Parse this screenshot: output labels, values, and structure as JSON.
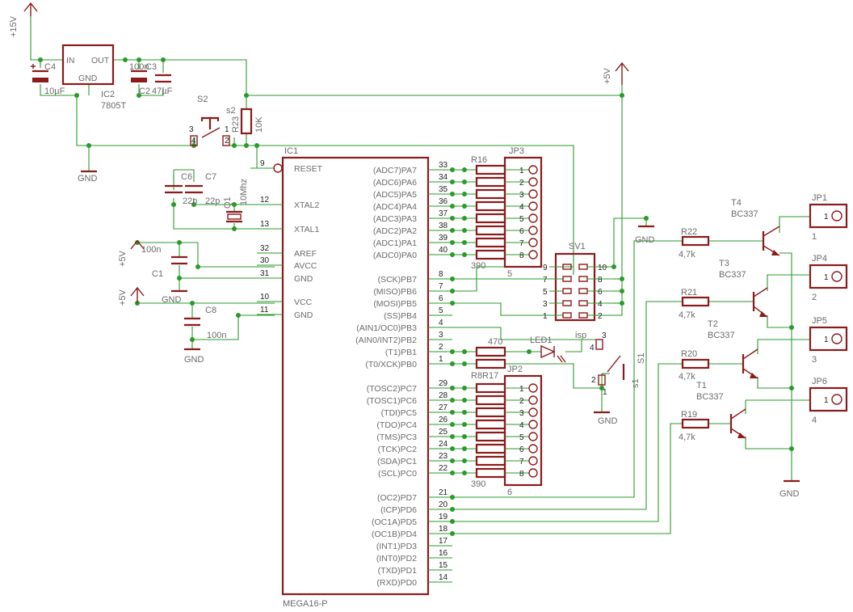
{
  "ic1": {
    "name": "IC1",
    "value": "MEGA16-P",
    "reset": "RESET",
    "left_pins": [
      {
        "num": "9",
        "name": "RESET"
      },
      {
        "num": "12",
        "name": "XTAL2"
      },
      {
        "num": "13",
        "name": "XTAL1"
      },
      {
        "num": "32",
        "name": "AREF"
      },
      {
        "num": "30",
        "name": "AVCC"
      },
      {
        "num": "31",
        "name": "GND"
      },
      {
        "num": "10",
        "name": "VCC"
      },
      {
        "num": "11",
        "name": "GND"
      }
    ],
    "right_pins": [
      {
        "num": "33",
        "name": "(ADC7)PA7"
      },
      {
        "num": "34",
        "name": "(ADC6)PA6"
      },
      {
        "num": "35",
        "name": "(ADC5)PA5"
      },
      {
        "num": "36",
        "name": "(ADC4)PA4"
      },
      {
        "num": "37",
        "name": "(ADC3)PA3"
      },
      {
        "num": "38",
        "name": "(ADC2)PA2"
      },
      {
        "num": "39",
        "name": "(ADC1)PA1"
      },
      {
        "num": "40",
        "name": "(ADC0)PA0"
      },
      {
        "num": "8",
        "name": "(SCK)PB7"
      },
      {
        "num": "7",
        "name": "(MISO)PB6"
      },
      {
        "num": "6",
        "name": "(MOSI)PB5"
      },
      {
        "num": "5",
        "name": "(SS)PB4"
      },
      {
        "num": "4",
        "name": "(AIN1/OC0)PB3"
      },
      {
        "num": "3",
        "name": "(AIN0/INT2)PB2"
      },
      {
        "num": "2",
        "name": "(T1)PB1"
      },
      {
        "num": "1",
        "name": "(T0/XCK)PB0"
      },
      {
        "num": "29",
        "name": "(TOSC2)PC7"
      },
      {
        "num": "28",
        "name": "(TOSC1)PC6"
      },
      {
        "num": "27",
        "name": "(TDI)PC5"
      },
      {
        "num": "26",
        "name": "(TDO)PC4"
      },
      {
        "num": "25",
        "name": "(TMS)PC3"
      },
      {
        "num": "24",
        "name": "(TCK)PC2"
      },
      {
        "num": "23",
        "name": "(SDA)PC1"
      },
      {
        "num": "22",
        "name": "(SCL)PC0"
      },
      {
        "num": "21",
        "name": "(OC2)PD7"
      },
      {
        "num": "20",
        "name": "(ICP)PD6"
      },
      {
        "num": "19",
        "name": "(OC1A)PD5"
      },
      {
        "num": "18",
        "name": "(OC1B)PD4"
      },
      {
        "num": "17",
        "name": "(INT1)PD3"
      },
      {
        "num": "16",
        "name": "(INT0)PD2"
      },
      {
        "num": "15",
        "name": "(TXD)PD1"
      },
      {
        "num": "14",
        "name": "(RXD)PD0"
      }
    ]
  },
  "power": {
    "v15": "+15V",
    "v5": "+5V",
    "gnd": "GND"
  },
  "regulator": {
    "name": "IC2",
    "value": "7805T",
    "in": "IN",
    "out": "OUT",
    "gnd": "GND"
  },
  "caps": {
    "c4": {
      "name": "C4",
      "value": "10µF"
    },
    "c2": {
      "name": "100n",
      "value": "C2"
    },
    "c3": {
      "name": "C3",
      "value": "47µF"
    },
    "c6": {
      "name": "C6",
      "value": "22p"
    },
    "c7": {
      "name": "C7",
      "value": "22p"
    },
    "c1": {
      "name": "C1",
      "value": "100n"
    },
    "c8": {
      "name": "C8",
      "value": "100n"
    }
  },
  "crystal": {
    "name": "Q1",
    "value": "10Mhz"
  },
  "s2": {
    "name": "S2",
    "alt": "s2",
    "p1": "1",
    "p2": "2",
    "p3": "3",
    "p4": "4"
  },
  "r23": {
    "name": "R23",
    "value": "10K"
  },
  "resistor_values": {
    "v390": "390",
    "v470": "470",
    "v47k": "4,7k"
  },
  "jp3": {
    "name": "JP3",
    "value": "5",
    "pins": [
      "1",
      "2",
      "3",
      "4",
      "5",
      "6",
      "7",
      "8"
    ]
  },
  "jp2": {
    "name": "JP2",
    "value": "6",
    "pins": [
      "1",
      "2",
      "3",
      "4",
      "5",
      "6",
      "7",
      "8"
    ]
  },
  "r16": "R16",
  "r8r17": "R8R17",
  "sv1": {
    "name": "SV1",
    "value": "isp",
    "odd": [
      "9",
      "7",
      "5",
      "3",
      "1"
    ],
    "even": [
      "10",
      "8",
      "6",
      "4",
      "2"
    ]
  },
  "led1": "LED1",
  "s1": {
    "name": "S1",
    "alt": "s1",
    "p1": "1",
    "p2": "2",
    "p3": "3",
    "p4": "4"
  },
  "transistors": [
    {
      "name": "T4",
      "value": "BC337",
      "r": "R22",
      "jp": "JP1",
      "jpval": "1"
    },
    {
      "name": "T3",
      "value": "BC337",
      "r": "R21",
      "jp": "JP4",
      "jpval": "2"
    },
    {
      "name": "T2",
      "value": "BC337",
      "r": "R20",
      "jp": "JP5",
      "jpval": "3"
    },
    {
      "name": "T1",
      "value": "BC337",
      "r": "R19",
      "jp": "JP6",
      "jpval": "4"
    }
  ],
  "jp_pin": "1"
}
